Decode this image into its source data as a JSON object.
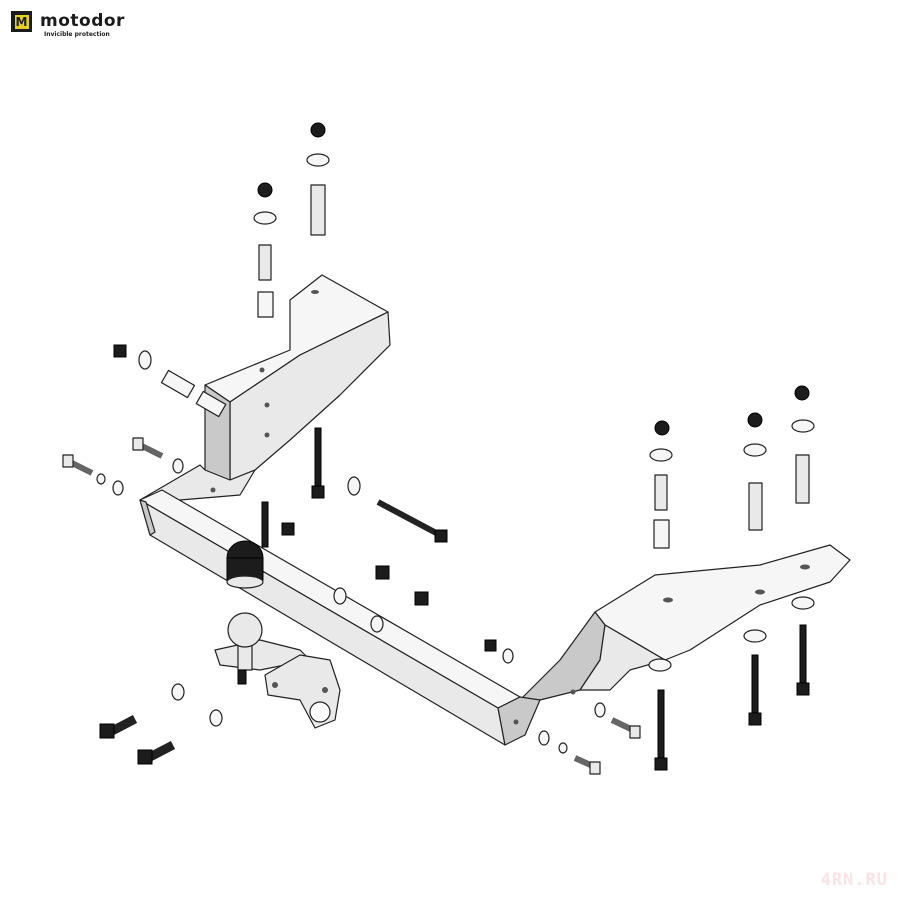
{
  "brand": {
    "logo_letter": "M",
    "name": "motodor",
    "tagline": "Invicible protection",
    "accent_color": "#e5d21f"
  },
  "watermark": "4RN.RU"
}
